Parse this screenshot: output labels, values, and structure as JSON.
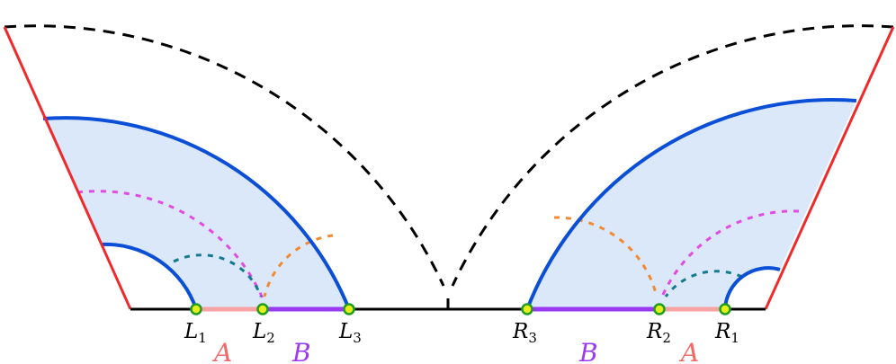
{
  "colors": {
    "region_fill": "#dbe8fa",
    "rt_arc": "#0b4fd6",
    "wedge_edge": "#f02a2a",
    "boundary": "#000000",
    "horizon_dashed": "#000000",
    "geodesic_magenta": "#e24ae6",
    "geodesic_orange": "#f28a33",
    "geodesic_teal": "#137a8f",
    "interval_A": "#f7a3a3",
    "interval_B": "#9a3af0",
    "point_fill": "#e6ef1a",
    "point_stroke": "#1f9d1f",
    "label_A": "#f06a6a",
    "label_B": "#9a3af0"
  },
  "points": {
    "L1": {
      "main": "L",
      "sub": "1"
    },
    "L2": {
      "main": "L",
      "sub": "2"
    },
    "L3": {
      "main": "L",
      "sub": "3"
    },
    "R1": {
      "main": "R",
      "sub": "1"
    },
    "R2": {
      "main": "R",
      "sub": "2"
    },
    "R3": {
      "main": "R",
      "sub": "3"
    }
  },
  "region_labels": {
    "left_A": "A",
    "left_B": "B",
    "right_B": "B",
    "right_A": "A"
  }
}
